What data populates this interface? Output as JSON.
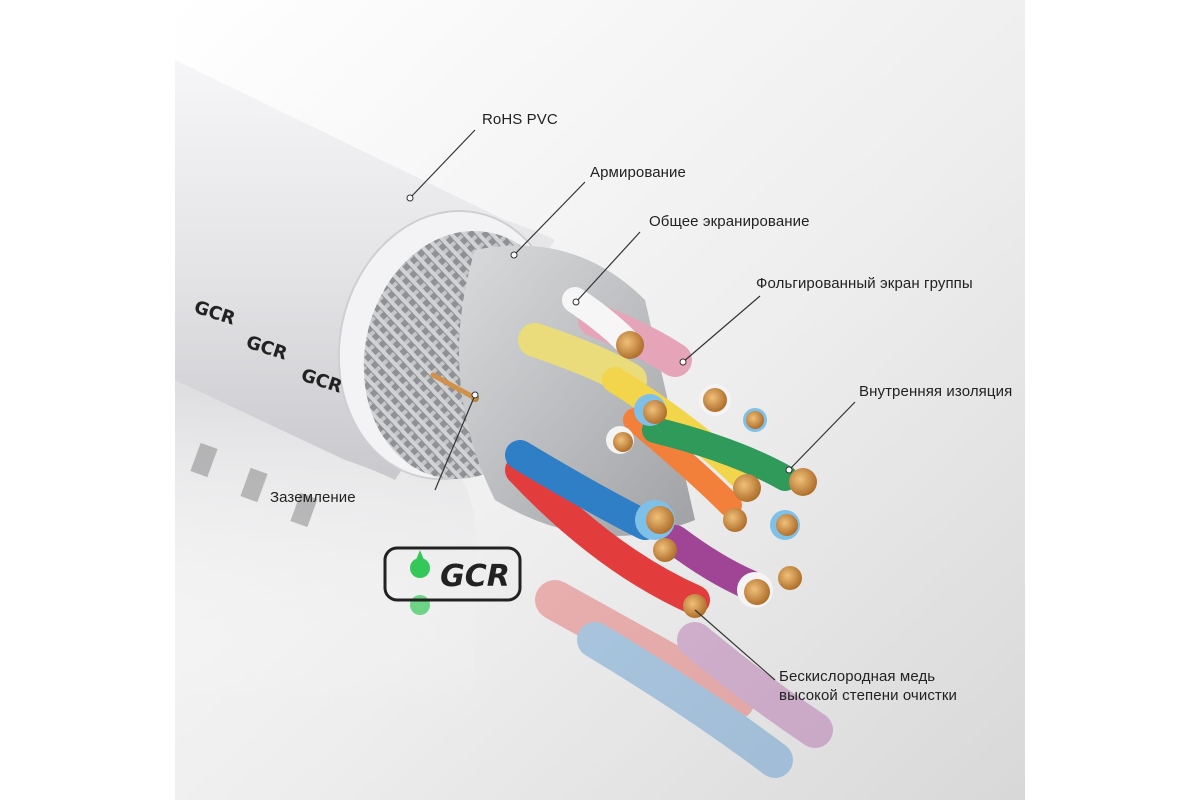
{
  "labels": {
    "rohs": "RoHS PVC",
    "armor": "Армирование",
    "shield": "Общее экранирование",
    "foil": "Фольгированный экран группы",
    "insulation": "Внутренняя изоляция",
    "ground": "Заземление",
    "copper_line1": "Бескислородная медь",
    "copper_line2": "высокой степени очистки"
  },
  "print": {
    "gcr_mark": "GCR",
    "logo_text": "GCR"
  },
  "colors": {
    "jacket": "#e7e7ea",
    "braid": "#b8babd",
    "copper": "#d1914a",
    "leader": "#333333",
    "logo_green": "#34c759"
  }
}
